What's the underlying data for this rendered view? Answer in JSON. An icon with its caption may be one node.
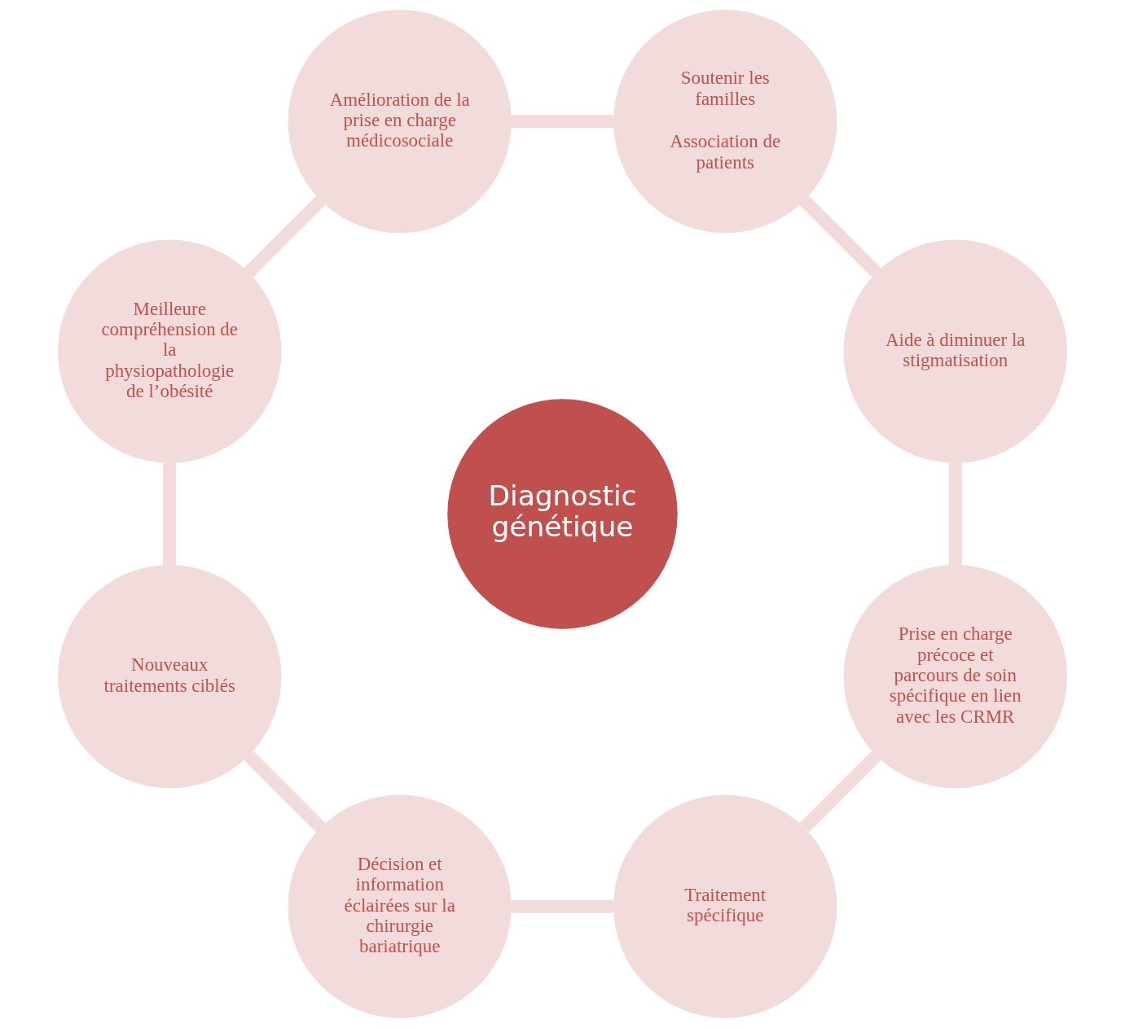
{
  "diagram": {
    "nodes": [
      {
        "text": [
          "Diagnostic génétique"
        ]
      },
      {
        "text": [
          "Aide à diminuer la stigmatisation"
        ]
      },
      {
        "text": [
          "Soutenir les familles",
          "Association de patients"
        ]
      },
      {
        "text": [
          "Amélioration de la prise en charge médicosociale"
        ]
      },
      {
        "text": [
          "Meilleure compréhension de la physiopathologie de l’obésité"
        ]
      },
      {
        "text": [
          "Nouveaux traitements ciblés"
        ]
      },
      {
        "text": [
          "Décision et information éclairées sur la chirurgie bariatrique"
        ]
      },
      {
        "text": [
          "Traitement spécifique"
        ]
      },
      {
        "text": [
          "Prise en charge précoce et parcours de soin spécifique en lien avec les CRMR"
        ]
      }
    ],
    "edges": [
      {
        "from": 1,
        "to": 2,
        "arrow": "none"
      },
      {
        "from": 2,
        "to": 3,
        "arrow": "none"
      },
      {
        "from": 3,
        "to": 4,
        "arrow": "none"
      },
      {
        "from": 4,
        "to": 5,
        "arrow": "none"
      },
      {
        "from": 5,
        "to": 6,
        "arrow": "none"
      },
      {
        "from": 6,
        "to": 7,
        "arrow": "none"
      },
      {
        "from": 7,
        "to": 8,
        "arrow": "none"
      },
      {
        "from": 8,
        "to": 1,
        "arrow": "none"
      }
    ]
  }
}
